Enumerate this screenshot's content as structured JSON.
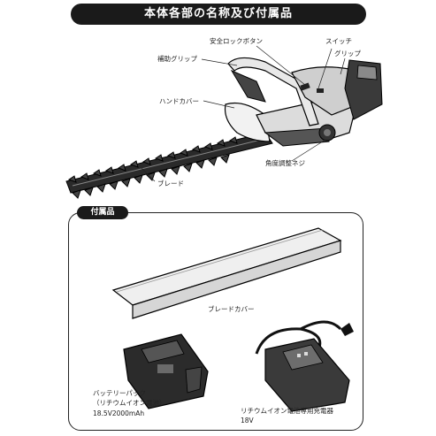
{
  "header": {
    "title": "本体各部の名称及び付属品"
  },
  "parts": {
    "safety_lock_button": "安全ロックボタン",
    "switch": "スイッチ",
    "grip": "グリップ",
    "aux_grip": "補助グリップ",
    "hand_cover": "ハンドカバー",
    "angle_screw": "角度調整ネジ",
    "blade": "ブレード"
  },
  "accessories": {
    "heading": "付属品",
    "blade_cover": "ブレードカバー",
    "battery_line1": "バッテリーパック",
    "battery_line2": "（リチウムイオン電池）",
    "battery_spec": "18.5V2000mAh",
    "charger_line1": "リチウムイオン電池専用充電器",
    "charger_spec": "18V"
  }
}
